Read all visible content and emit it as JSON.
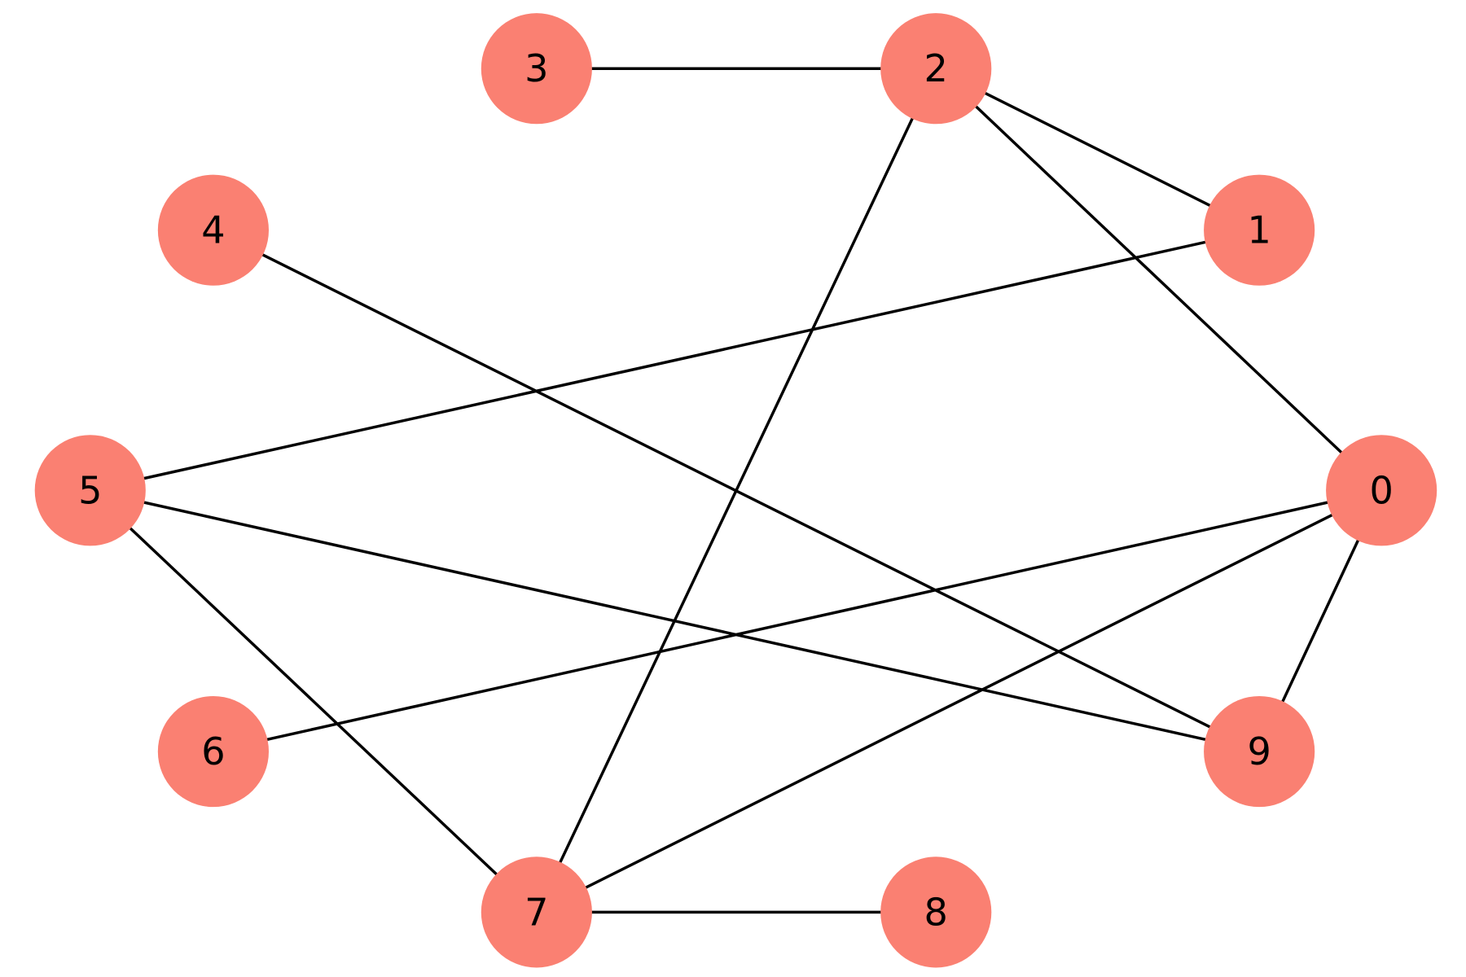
{
  "graph": {
    "node_color": "#fa8072",
    "edge_color": "#000000",
    "nodes": [
      "0",
      "1",
      "2",
      "3",
      "4",
      "5",
      "6",
      "7",
      "8",
      "9"
    ],
    "edges": [
      [
        "3",
        "2"
      ],
      [
        "2",
        "1"
      ],
      [
        "2",
        "0"
      ],
      [
        "2",
        "7"
      ],
      [
        "4",
        "9"
      ],
      [
        "1",
        "5"
      ],
      [
        "5",
        "9"
      ],
      [
        "5",
        "7"
      ],
      [
        "0",
        "6"
      ],
      [
        "0",
        "7"
      ],
      [
        "0",
        "9"
      ],
      [
        "7",
        "8"
      ]
    ]
  }
}
